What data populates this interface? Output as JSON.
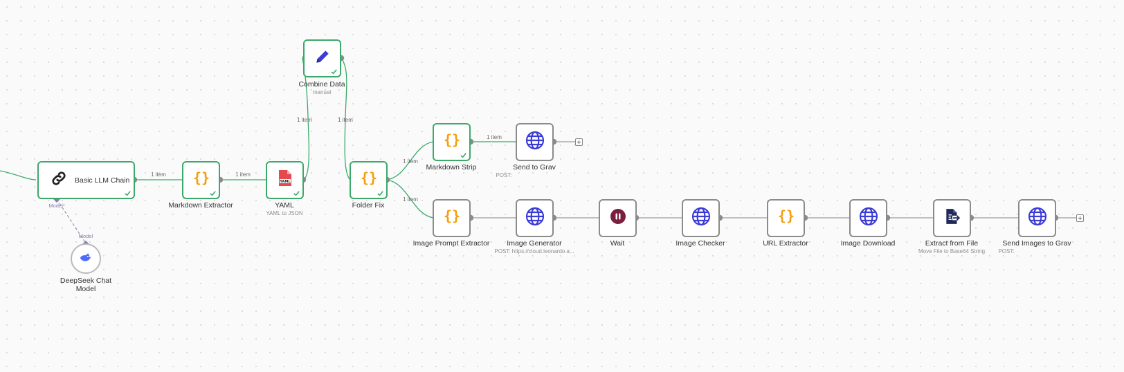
{
  "nodes": {
    "basic_llm_chain": {
      "title": "Basic LLM Chain",
      "port_label": "Model*",
      "icon": "link-icon"
    },
    "deepseek": {
      "title": "DeepSeek Chat Model",
      "port_label": "Model",
      "icon": "whale-icon"
    },
    "markdown_extractor": {
      "title": "Markdown Extractor",
      "icon": "code-braces-icon"
    },
    "yaml": {
      "title": "YAML",
      "subtitle": "YAML to JSON",
      "icon": "yaml-file-icon"
    },
    "combine_data": {
      "title": "Combine Data",
      "subtitle": "manual",
      "icon": "pencil-icon"
    },
    "folder_fix": {
      "title": "Folder Fix",
      "icon": "code-braces-icon"
    },
    "markdown_strip": {
      "title": "Markdown Strip",
      "icon": "code-braces-icon"
    },
    "send_to_grav": {
      "title": "Send to Grav",
      "subtitle": "POST:",
      "icon": "globe-icon"
    },
    "image_prompt_extractor": {
      "title": "Image Prompt Extractor",
      "icon": "code-braces-icon"
    },
    "image_generator": {
      "title": "Image Generator",
      "subtitle": "POST: https://cloud.leonardo.a...",
      "icon": "globe-icon"
    },
    "wait": {
      "title": "Wait",
      "icon": "pause-icon"
    },
    "image_checker": {
      "title": "Image Checker",
      "icon": "globe-icon"
    },
    "url_extractor": {
      "title": "URL Extractor",
      "icon": "code-braces-icon"
    },
    "image_download": {
      "title": "Image Download",
      "icon": "globe-icon"
    },
    "extract_from_file": {
      "title": "Extract from File",
      "subtitle": "Move File to Base64 String",
      "icon": "file-export-icon"
    },
    "send_images_to_grav": {
      "title": "Send Images to Grav",
      "subtitle": "POST:",
      "icon": "globe-icon"
    }
  },
  "edge_labels": {
    "chain_to_md": "1 item",
    "md_to_yaml": "1 item",
    "yaml_to_combine": "1 item",
    "combine_to_folder": "1 item",
    "folder_to_strip": "1 item",
    "strip_to_grav": "1 item",
    "folder_to_prompt": "1 item"
  },
  "colors": {
    "success": "#3aa96a",
    "idle": "#8b8b8b",
    "code": "#f59e0b",
    "globe": "#3b3bd6",
    "wait": "#7a1f3d",
    "ai_port": "#8a7fa8"
  }
}
